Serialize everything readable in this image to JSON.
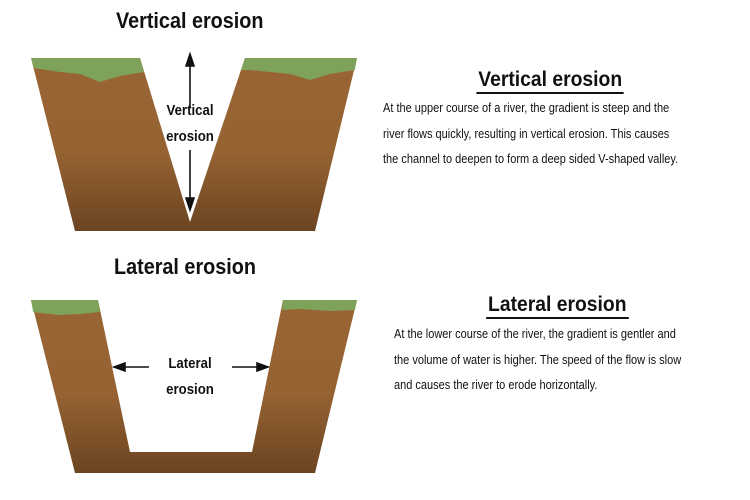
{
  "vertical": {
    "diagram_title": "Vertical erosion",
    "arrow_label_line1": "Vertical",
    "arrow_label_line2": "erosion",
    "heading": "Vertical erosion",
    "text_lines": [
      "At the upper course of a river, the gradient is steep and the",
      "river flows quickly, resulting in vertical erosion. This causes",
      "the channel to deepen to form a deep sided V-shaped valley."
    ]
  },
  "lateral": {
    "diagram_title": "Lateral erosion",
    "arrow_label_line1": "Lateral",
    "arrow_label_line2": "erosion",
    "heading": "Lateral erosion",
    "text_lines": [
      "At the lower course of the river, the gradient is gentler and",
      "the volume of water is higher. The speed of the flow is slow",
      "and causes the river to erode horizontally."
    ]
  },
  "colors": {
    "soil_top": "#9a6534",
    "soil_bottom": "#6e4622",
    "grass": "#79ad62"
  }
}
